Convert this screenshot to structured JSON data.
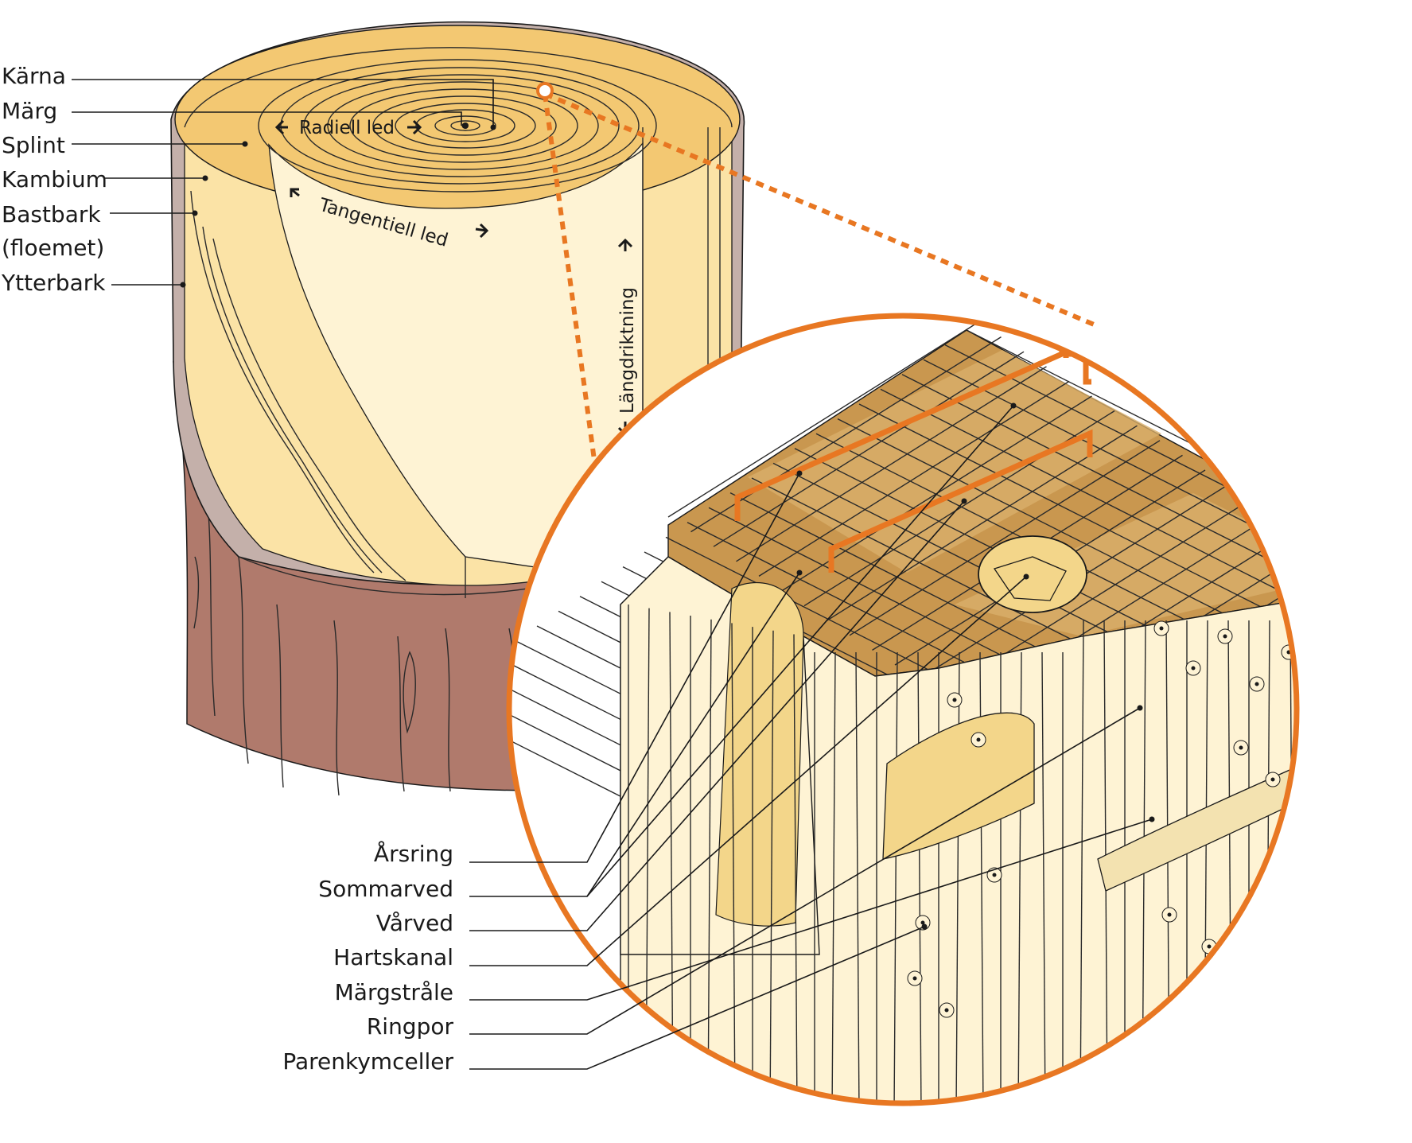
{
  "tree_labels": {
    "heartwood": "Kärna",
    "pith": "Märg",
    "sapwood": "Splint",
    "cambium": "Kambium",
    "inner_bark_line1": "Bastbark",
    "inner_bark_line2": "(floemet)",
    "outer_bark": "Ytterbark"
  },
  "directions": {
    "radial": "Radiell led",
    "tangential": "Tangentiell led",
    "longitudinal": "Längdriktning"
  },
  "micro_labels": {
    "annual_ring": "Årsring",
    "latewood": "Sommarved",
    "earlywood": "Vårved",
    "resin_canal": "Hartskanal",
    "wood_ray": "Märgstråle",
    "ring_pore": "Ringpor",
    "parenchyma": "Parenkymceller"
  },
  "colors": {
    "accent_orange": "#E87722",
    "bark_outer": "#B07A6C",
    "bark_grey": "#C4B0AA",
    "heartwood_top": "#F3C872",
    "sapwood": "#FBE3A6",
    "wood_light": "#FEF3D4",
    "latewood_brown": "#C9974F"
  }
}
